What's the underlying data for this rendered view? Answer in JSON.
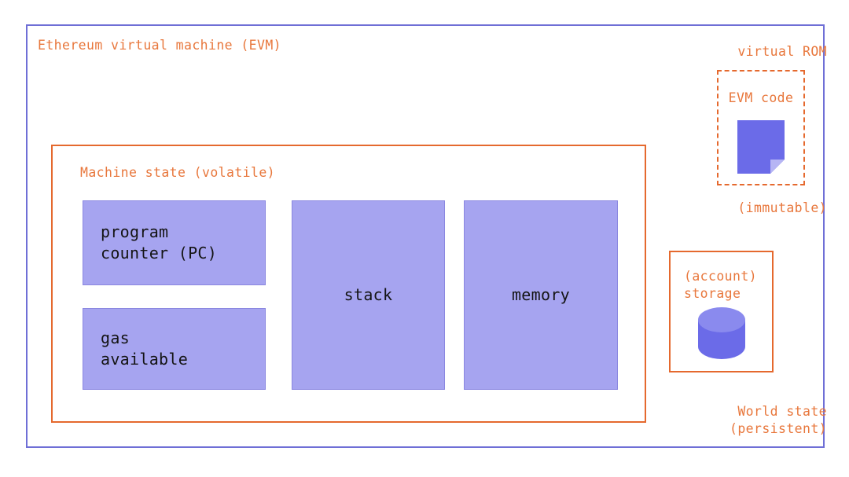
{
  "diagram": {
    "title": "Ethereum virtual machine (EVM)",
    "colors": {
      "frame_purple": "#6f6fd6",
      "accent_orange": "#e8773c",
      "border_orange": "#e5692e",
      "box_fill_light_purple": "#a6a4f0",
      "box_border_purple": "#8a87e0",
      "icon_purple": "#6b6be8",
      "icon_purple_light": "#8a8aee",
      "background": "#ffffff",
      "text_dark": "#141414"
    }
  },
  "machine_state": {
    "title": "Machine state (volatile)",
    "boxes": [
      {
        "id": "program-counter",
        "label": "program\ncounter (PC)",
        "align": "left"
      },
      {
        "id": "gas-available",
        "label": "gas\navailable",
        "align": "left"
      },
      {
        "id": "stack",
        "label": "stack",
        "align": "center"
      },
      {
        "id": "memory",
        "label": "memory",
        "align": "center"
      }
    ]
  },
  "virtual_rom": {
    "title": "virtual ROM",
    "inner_label": "EVM code",
    "icon": "document-icon",
    "footnote": "(immutable)"
  },
  "world_state": {
    "storage_label": "(account)\nstorage",
    "icon": "database-cylinder-icon",
    "footnote": "World state\n(persistent)"
  }
}
